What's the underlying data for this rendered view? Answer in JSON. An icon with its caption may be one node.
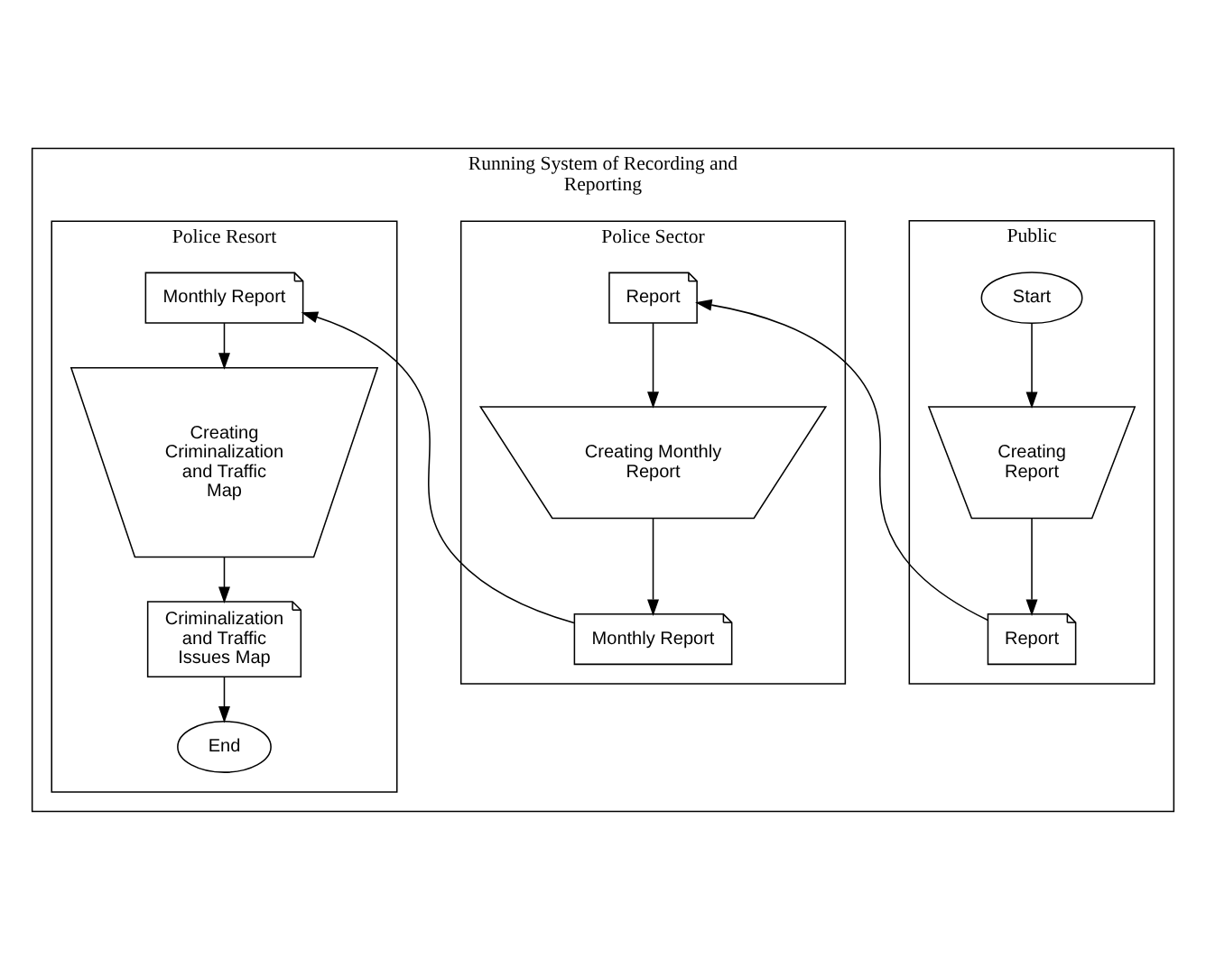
{
  "diagram": {
    "nodes": [
      {
        "text": [
          "Running System of Recording and Reporting"
        ]
      },
      {
        "text": [
          "Public"
        ],
        "in": 0
      },
      {
        "text": [
          "Police Sector"
        ],
        "in": 0
      },
      {
        "text": [
          "Police Resort"
        ],
        "in": 0
      },
      {
        "text": [
          "Start"
        ],
        "in": 1
      },
      {
        "text": [
          "Creating Report"
        ],
        "in": 1
      },
      {
        "text": [
          "Report"
        ],
        "in": 1
      },
      {
        "text": [
          "Report"
        ],
        "in": 2
      },
      {
        "text": [
          "Creating Monthly Report"
        ],
        "in": 2
      },
      {
        "text": [
          "Monthly Report"
        ],
        "in": 2
      },
      {
        "text": [
          "Monthly Report"
        ],
        "in": 3
      },
      {
        "text": [
          "Creating Criminalization and Traffic Map"
        ],
        "in": 3
      },
      {
        "text": [
          "Criminalization and Traffic Issues Map"
        ],
        "in": 3
      },
      {
        "text": [
          "End"
        ],
        "in": 3
      }
    ],
    "edges": [
      {
        "from": 4,
        "to": 5,
        "arrow": "to"
      },
      {
        "from": 5,
        "to": 6,
        "arrow": "to"
      },
      {
        "from": 6,
        "to": 7,
        "arrow": "to"
      },
      {
        "from": 7,
        "to": 8,
        "arrow": "to"
      },
      {
        "from": 8,
        "to": 9,
        "arrow": "to"
      },
      {
        "from": 9,
        "to": 10,
        "arrow": "to"
      },
      {
        "from": 10,
        "to": 11,
        "arrow": "to"
      },
      {
        "from": 11,
        "to": 12,
        "arrow": "to"
      },
      {
        "from": 12,
        "to": 13,
        "arrow": "to"
      }
    ]
  }
}
